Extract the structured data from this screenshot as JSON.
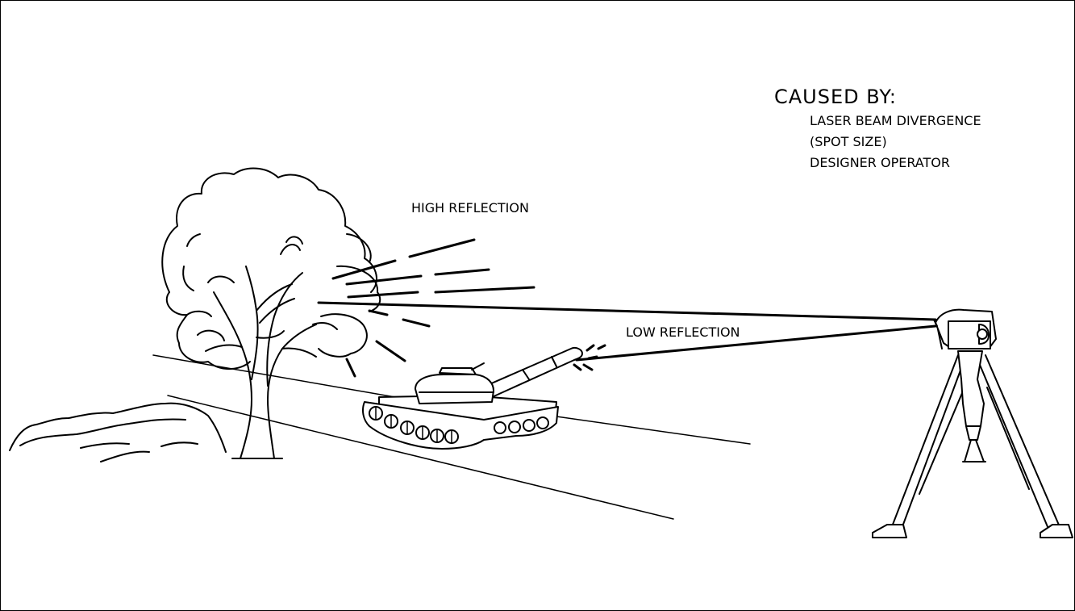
{
  "caused_by": {
    "heading": "CAUSED BY:",
    "items": [
      "LASER BEAM DIVERGENCE",
      "(SPOT SIZE)",
      "DESIGNER OPERATOR"
    ]
  },
  "labels": {
    "high_reflection": "HIGH REFLECTION",
    "low_reflection": "LOW REFLECTION"
  },
  "colors": {
    "line": "#000000",
    "background": "#ffffff"
  }
}
